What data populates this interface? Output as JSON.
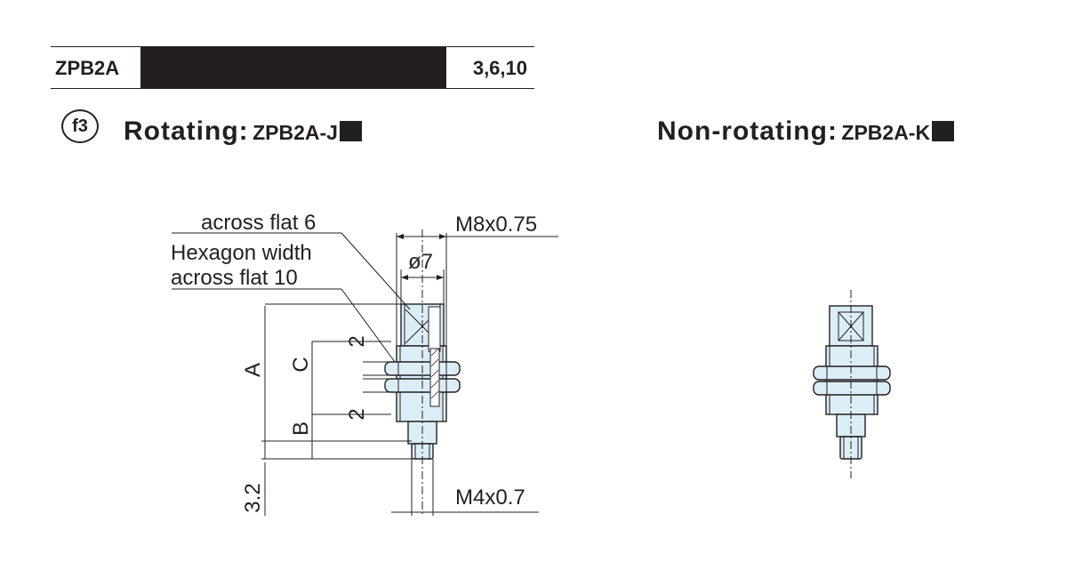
{
  "header": {
    "model": "ZPB2A",
    "sizes": "3,6,10"
  },
  "badge": "f3",
  "rotating": {
    "title": "Rotating:",
    "code": "ZPB2A-J"
  },
  "non_rotating": {
    "title": "Non-rotating:",
    "code": "ZPB2A-K"
  },
  "callouts": {
    "across_flat_6": "across flat 6",
    "hexagon_width": "Hexagon width",
    "across_flat_10": "across flat 10",
    "thread_top": "M8x0.75",
    "diameter": "ø7",
    "thread_bottom": "M4x0.7"
  },
  "dimensions": {
    "a": "A",
    "b": "B",
    "c": "C",
    "gap_top": "2",
    "gap_bottom": "2",
    "tip": "3.2"
  },
  "colors": {
    "part_fill": "#dbeef8",
    "line": "#231f20",
    "band": "#231f20"
  }
}
